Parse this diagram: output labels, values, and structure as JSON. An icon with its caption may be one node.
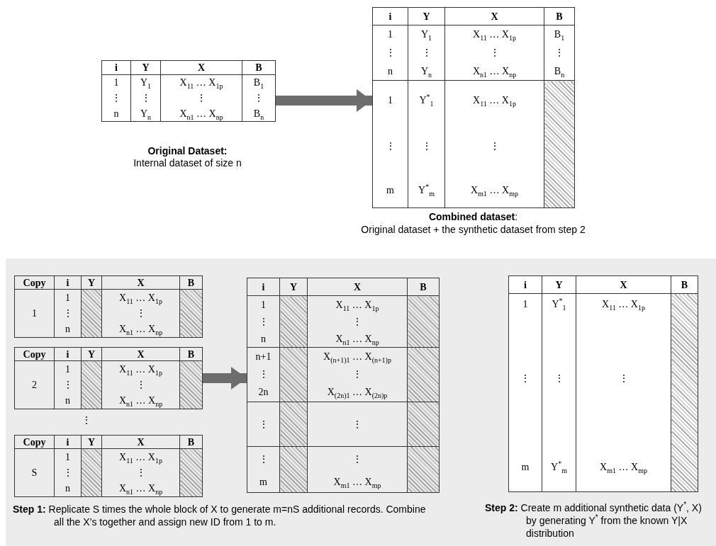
{
  "diagram": {
    "nodes": [
      {
        "text": [
          "i",
          "Y",
          "X",
          "B",
          "1",
          "Y$_{1}$",
          "X$_{11}$ … X$_{1p}$",
          "B$_{1}$",
          "⋮",
          "⋮",
          "⋮",
          "⋮",
          "n",
          "Y$_{n}$",
          "X$_{n1}$ … X$_{np}$",
          "B$_{n}$"
        ],
        "beside": [
          "Original Dataset:",
          "Internal dataset of size n"
        ]
      },
      {
        "text": [
          "i",
          "Y",
          "X",
          "B",
          "1",
          "Y$_{1}$",
          "X$_{11}$ … X$_{1p}$",
          "B$_{1}$",
          "⋮",
          "⋮",
          "⋮",
          "⋮",
          "n",
          "Y$_{n}$",
          "X$_{n1}$ … X$_{np}$",
          "B$_{n}$",
          "1",
          "Y$^{*}$$_{1}$",
          "X$_{11}$ … X$_{1p}$",
          "⋮",
          "⋮",
          "⋮",
          "m",
          "Y$^{*}$$_{m}$",
          "X$_{m1}$ … X$_{mp}$"
        ],
        "beside": [
          "**Combined dataset**:",
          "Original dataset + the synthetic dataset from step 2"
        ]
      },
      {
        "text": [
          "Copy",
          "i",
          "Y",
          "X",
          "B",
          "1",
          "1",
          "X$_{11}$ … X$_{1p}$",
          "⋮",
          "⋮",
          "n",
          "X$_{n1}$ … X$_{np}$"
        ]
      },
      {
        "text": [
          "Copy",
          "i",
          "Y",
          "X",
          "B",
          "2",
          "1",
          "X$_{11}$ … X$_{1p}$",
          "⋮",
          "⋮",
          "n",
          "X$_{n1}$ … X$_{np}$"
        ]
      },
      {
        "text": [
          "Copy",
          "i",
          "Y",
          "X",
          "B",
          "S",
          "1",
          "X$_{11}$ … X$_{1p}$",
          "⋮",
          "⋮",
          "n",
          "X$_{n1}$ … X$_{np}$"
        ]
      },
      {
        "text": [
          "i",
          "Y",
          "X",
          "B",
          "1",
          "X$_{11}$ … X$_{1p}$",
          "⋮",
          "⋮",
          "n",
          "X$_{n1}$ … X$_{np}$",
          "n+1",
          "X$_{(n+1)1}$ … X$_{(n+1)p}$",
          "⋮",
          "⋮",
          "2n",
          "X$_{(2n)1}$ … X$_{(2n)p}$",
          "⋮",
          "⋮",
          "⋮",
          "⋮",
          "m",
          "X$_{m1}$ … X$_{mp}$"
        ]
      },
      {
        "text": [
          "i",
          "Y",
          "X",
          "B",
          "1",
          "Y$^{*}$$_{1}$",
          "X$_{11}$ … X$_{1p}$",
          "⋮",
          "⋮",
          "⋮",
          "m",
          "Y$^{*}$$_{m}$",
          "X$_{m1}$ … X$_{mp}$"
        ],
        "beside": [
          "**Step 2:** Create m additional synthetic data (Y$^{*}$, X) by generating Y$^{*}$ from the known Y|X distribution"
        ]
      }
    ],
    "edges": [
      {
        "from": 0,
        "to": 1,
        "arrow": "to"
      },
      {
        "from": 3,
        "to": 5,
        "arrow": "to"
      }
    ],
    "labels": [
      "⋮",
      "**Step 1:** Replicate S times the whole block of X to generate m=nS additional records. Combine all the X’s together and assign new ID from 1 to m."
    ]
  }
}
